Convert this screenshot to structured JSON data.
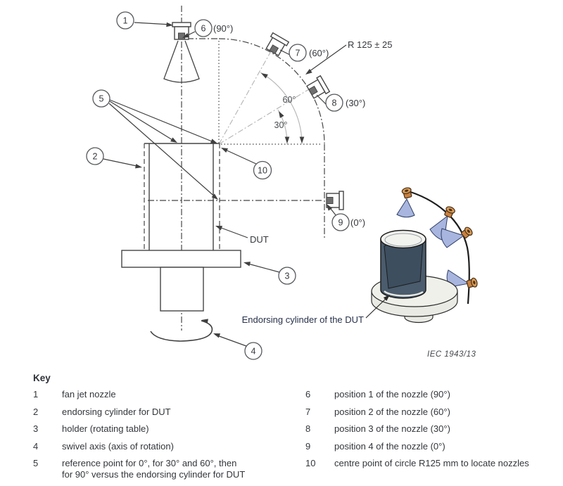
{
  "figure": {
    "callouts": {
      "c1": "1",
      "c2": "2",
      "c3": "3",
      "c4": "4",
      "c5": "5",
      "c6": "6",
      "c7": "7",
      "c8": "8",
      "c9": "9",
      "c10": "10"
    },
    "position_angles": {
      "p6": "(90°)",
      "p7": "(60°)",
      "p8": "(30°)",
      "p9": "(0°)"
    },
    "angle_dims": {
      "deg60": "60°",
      "deg30": "30°"
    },
    "radius_label": "R 125 ± 25",
    "dut_label": "DUT",
    "endorsing_label": "Endorsing cylinder of the DUT",
    "figure_ref": "IEC 1943/13"
  },
  "key": {
    "title": "Key",
    "left": [
      {
        "num": "1",
        "text": "fan jet nozzle"
      },
      {
        "num": "2",
        "text": "endorsing cylinder for DUT"
      },
      {
        "num": "3",
        "text": "holder (rotating table)"
      },
      {
        "num": "4",
        "text": "swivel axis (axis of rotation)"
      },
      {
        "num": "5",
        "text": "reference point for 0°, for 30° and 60°, then\nfor 90° versus the endorsing cylinder for DUT"
      }
    ],
    "right": [
      {
        "num": "6",
        "text": "position 1 of the nozzle (90°)"
      },
      {
        "num": "7",
        "text": "position 2 of the nozzle (60°)"
      },
      {
        "num": "8",
        "text": "position 3 of the nozzle (30°)"
      },
      {
        "num": "9",
        "text": "position 4 of the nozzle (0°)"
      },
      {
        "num": "10",
        "text": "centre point of circle R125 mm to locate nozzles"
      }
    ]
  },
  "colors": {
    "line": "#454545",
    "light_line": "#b3b3b3",
    "spray_blue": "#a8b5de",
    "nozzle_orange": "#c9813f",
    "cylinder_slate": "#4a5c6d",
    "table_gray": "#eff0ea",
    "text": "#33363b"
  }
}
